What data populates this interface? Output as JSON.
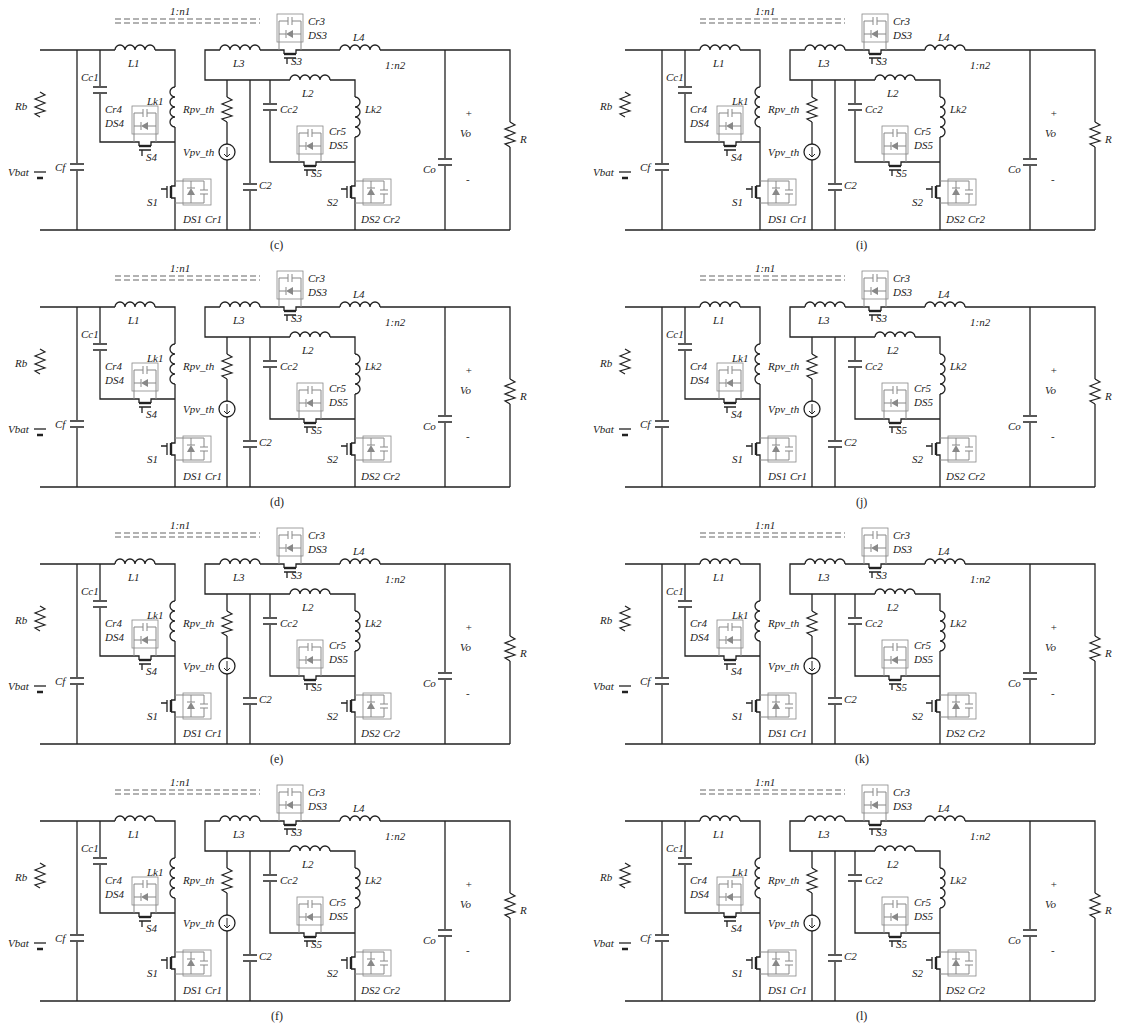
{
  "diagram": {
    "labels": [
      "1:n1",
      "L1",
      "L3",
      "Cr3",
      "DS3",
      "S3",
      "L4",
      "1:n2",
      "Rb",
      "Cc1",
      "Cr4",
      "DS4",
      "Lk1",
      "Rpv_th",
      "Vpv_th",
      "Cc2",
      "L2",
      "Lk2",
      "Cr5",
      "DS5",
      "S4",
      "S5",
      "Vbat",
      "Cf",
      "C2",
      "S1",
      "DS1",
      "Cr1",
      "S2",
      "DS2",
      "Cr2",
      "Co",
      "+",
      "Vo",
      "-",
      "R",
      "(c)",
      "1:n1",
      "L1",
      "L3",
      "Cr3",
      "DS3",
      "S3",
      "L4",
      "1:n2",
      "Rb",
      "Cc1",
      "Cr4",
      "DS4",
      "Lk1",
      "Rpv_th",
      "Vpv_th",
      "Cc2",
      "L2",
      "Lk2",
      "Cr5",
      "DS5",
      "S4",
      "S5",
      "Vbat",
      "Cf",
      "C2",
      "S1",
      "DS1",
      "Cr1",
      "S2",
      "DS2",
      "Cr2",
      "Co",
      "+",
      "Vo",
      "-",
      "R",
      "(i)",
      "1:n1",
      "L1",
      "L3",
      "Cr3",
      "DS3",
      "S3",
      "L4",
      "1:n2",
      "Rb",
      "Cc1",
      "Cr4",
      "DS4",
      "Lk1",
      "Rpv_th",
      "Vpv_th",
      "Cc2",
      "L2",
      "Lk2",
      "Cr5",
      "DS5",
      "S4",
      "S5",
      "Vbat",
      "Cf",
      "C2",
      "S1",
      "DS1",
      "Cr1",
      "S2",
      "DS2",
      "Cr2",
      "Co",
      "+",
      "Vo",
      "-",
      "R",
      "(d)",
      "1:n1",
      "L1",
      "L3",
      "Cr3",
      "DS3",
      "S3",
      "L4",
      "1:n2",
      "Rb",
      "Cc1",
      "Cr4",
      "DS4",
      "Lk1",
      "Rpv_th",
      "Vpv_th",
      "Cc2",
      "L2",
      "Lk2",
      "Cr5",
      "DS5",
      "S4",
      "S5",
      "Vbat",
      "Cf",
      "C2",
      "S1",
      "DS1",
      "Cr1",
      "S2",
      "DS2",
      "Cr2",
      "Co",
      "+",
      "Vo",
      "-",
      "R",
      "(j)",
      "1:n1",
      "L1",
      "L3",
      "Cr3",
      "DS3",
      "S3",
      "L4",
      "1:n2",
      "Rb",
      "Cc1",
      "Cr4",
      "DS4",
      "Lk1",
      "Rpv_th",
      "Vpv_th",
      "Cc2",
      "L2",
      "Lk2",
      "Cr5",
      "DS5",
      "S4",
      "S5",
      "Vbat",
      "Cf",
      "C2",
      "S1",
      "DS1",
      "Cr1",
      "S2",
      "DS2",
      "Cr2",
      "Co",
      "+",
      "Vo",
      "-",
      "R",
      "(e)",
      "1:n1",
      "L1",
      "L3",
      "Cr3",
      "DS3",
      "S3",
      "L4",
      "1:n2",
      "Rb",
      "Cc1",
      "Cr4",
      "DS4",
      "Lk1",
      "Rpv_th",
      "Vpv_th",
      "Cc2",
      "L2",
      "Lk2",
      "Cr5",
      "DS5",
      "S4",
      "S5",
      "Vbat",
      "Cf",
      "C2",
      "S1",
      "DS1",
      "Cr1",
      "S2",
      "DS2",
      "Cr2",
      "Co",
      "+",
      "Vo",
      "-",
      "R",
      "(k)",
      "1:n1",
      "L1",
      "L3",
      "Cr3",
      "DS3",
      "S3",
      "L4",
      "1:n2",
      "Rb",
      "Cc1",
      "Cr4",
      "DS4",
      "Lk1",
      "Rpv_th",
      "Vpv_th",
      "Cc2",
      "L2",
      "Lk2",
      "Cr5",
      "DS5",
      "S4",
      "S5",
      "Vbat",
      "Cf",
      "C2",
      "S1",
      "DS1",
      "Cr1",
      "S2",
      "DS2",
      "Cr2",
      "Co",
      "+",
      "Vo",
      "-",
      "R",
      "(f)",
      "1:n1",
      "L1",
      "L3",
      "Cr3",
      "DS3",
      "S3",
      "L4",
      "1:n2",
      "Rb",
      "Cc1",
      "Cr4",
      "DS4",
      "Lk1",
      "Rpv_th",
      "Vpv_th",
      "Cc2",
      "L2",
      "Lk2",
      "Cr5",
      "DS5",
      "S4",
      "S5",
      "Vbat",
      "Cf",
      "C2",
      "S1",
      "DS1",
      "Cr1",
      "S2",
      "DS2",
      "Cr2",
      "Co",
      "+",
      "Vo",
      "-",
      "R",
      "(l)"
    ]
  }
}
